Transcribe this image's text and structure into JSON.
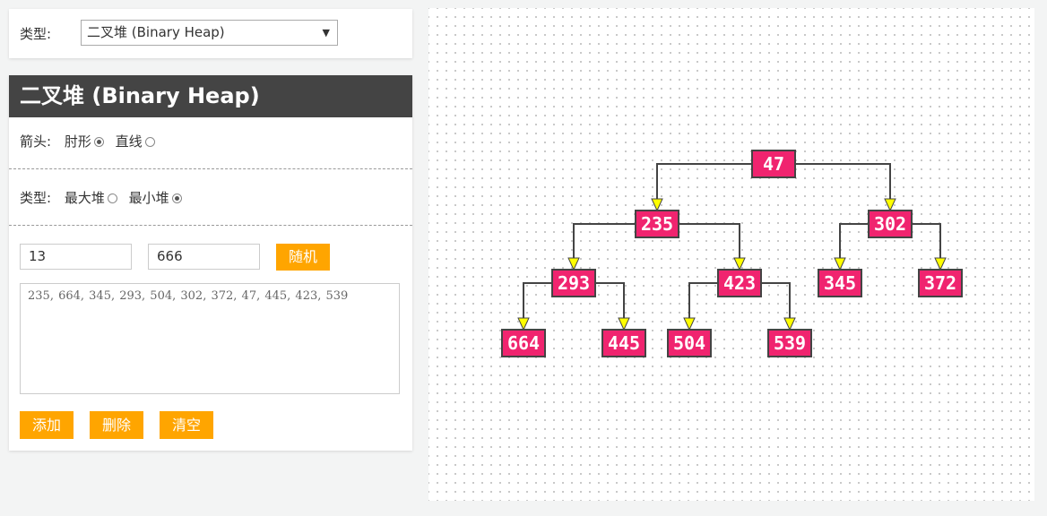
{
  "type_selector": {
    "label": "类型:",
    "selected": "二叉堆 (Binary Heap)",
    "arrow": "▼"
  },
  "heap_panel": {
    "title": "二叉堆 (Binary Heap)",
    "arrow_label": "箭头:",
    "arrow_options": [
      {
        "label": "肘形",
        "checked": true
      },
      {
        "label": "直线",
        "checked": false
      }
    ],
    "type_label": "类型:",
    "type_options": [
      {
        "label": "最大堆",
        "checked": false
      },
      {
        "label": "最小堆",
        "checked": true
      }
    ],
    "min_input": "13",
    "max_input": "666",
    "random_button": "随机",
    "values_text": "235, 664, 345, 293, 504, 302, 372, 47, 445, 423, 539",
    "add_button": "添加",
    "delete_button": "删除",
    "clear_button": "清空"
  },
  "heap_tree": {
    "heap_type": "min",
    "arrow_style": "elbow",
    "values": [
      47,
      235,
      302,
      293,
      423,
      345,
      372,
      664,
      445,
      504,
      539
    ],
    "colors": {
      "node_fill": "#f0246f",
      "node_text": "#ffffff",
      "arrow_fill": "#ffff00",
      "edge": "#444444"
    }
  }
}
